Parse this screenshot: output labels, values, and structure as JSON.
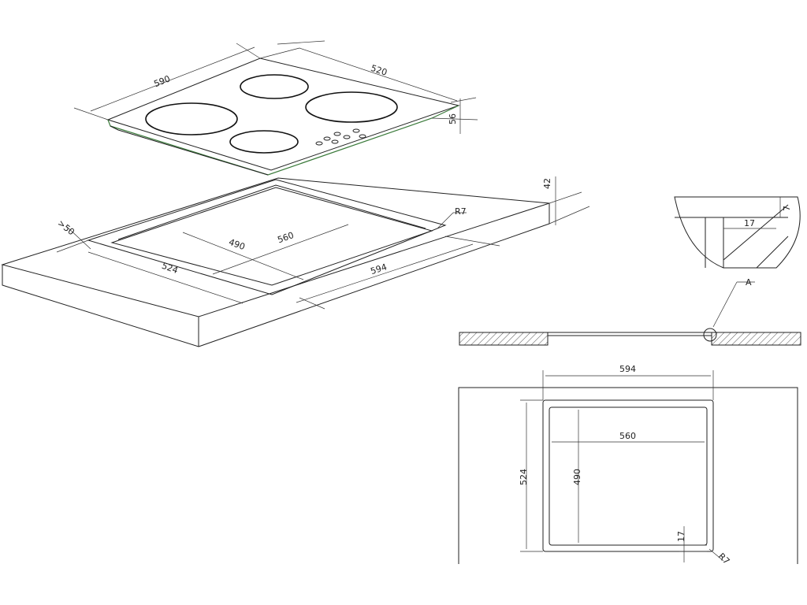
{
  "labels": {
    "hob_width": "590",
    "hob_depth": "520",
    "hob_height": "56",
    "counter_thickness": "42",
    "min_edge": ">50",
    "cutout_radius": "R7",
    "cutout_depth_inner": "490",
    "cutout_width_inner": "560",
    "cutout_depth_outer": "524",
    "cutout_width_outer": "594",
    "detail_label": "A",
    "detail_offset": "17",
    "detail_height": "7",
    "plan_width_outer": "594",
    "plan_width_inner": "560",
    "plan_depth_outer": "524",
    "plan_depth_inner": "490",
    "plan_offset": "17",
    "plan_radius": "R7"
  },
  "colors": {
    "line": "#222222",
    "accent": "#3a7a3a"
  }
}
